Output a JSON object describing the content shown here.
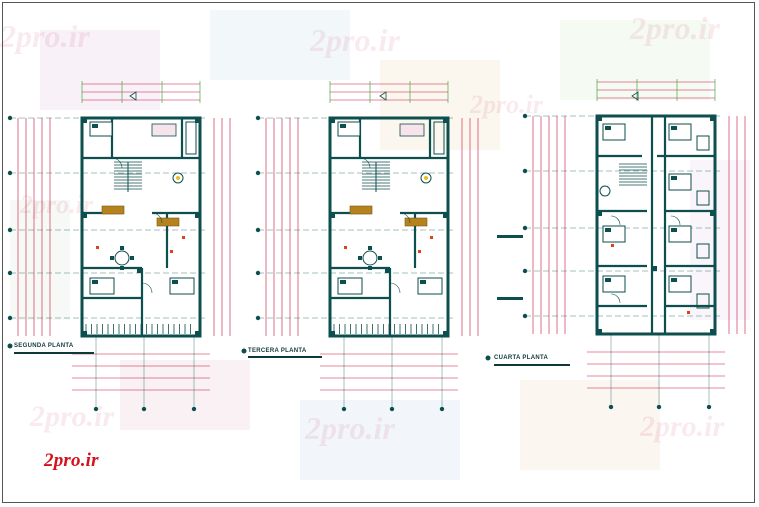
{
  "plans": [
    {
      "title": "SEGUNDA PLANTA"
    },
    {
      "title": "TERCERA PLANTA"
    },
    {
      "title": "CUARTA PLANTA"
    }
  ],
  "watermark": {
    "text": "2pro.ir"
  },
  "brand": {
    "text": "2pro.ir"
  },
  "colors": {
    "walls": "#0d4e4e",
    "dimension_lines": "#c8143c",
    "dimension_ticks": "#2a9a2a",
    "furniture": "#b5821e",
    "brand": "#d4121d"
  }
}
